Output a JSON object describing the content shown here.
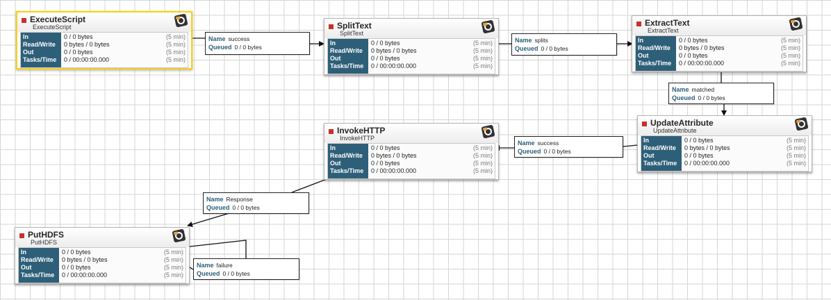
{
  "stat_labels": {
    "in": "In",
    "rw": "Read/Write",
    "out": "Out",
    "tasks": "Tasks/Time"
  },
  "conn_labels": {
    "name": "Name",
    "queued": "Queued"
  },
  "processors": [
    {
      "name": "ExecuteScript",
      "type": "ExecuteScript",
      "selected": true,
      "in": "0 / 0 bytes",
      "rw": "0 bytes / 0 bytes",
      "out": "0 / 0 bytes",
      "tasks": "0 / 00:00:00.000",
      "window": "(5 min)"
    },
    {
      "name": "SplitText",
      "type": "SplitText",
      "selected": false,
      "in": "0 / 0 bytes",
      "rw": "0 bytes / 0 bytes",
      "out": "0 / 0 bytes",
      "tasks": "0 / 00:00:00.000",
      "window": "(5 min)"
    },
    {
      "name": "ExtractText",
      "type": "ExtractText",
      "selected": false,
      "in": "0 / 0 bytes",
      "rw": "0 bytes / 0 bytes",
      "out": "0 / 0 bytes",
      "tasks": "0 / 00:00:00.000",
      "window": "(5 min)"
    },
    {
      "name": "UpdateAttribute",
      "type": "UpdateAttribute",
      "selected": false,
      "in": "0 / 0 bytes",
      "rw": "0 bytes / 0 bytes",
      "out": "0 / 0 bytes",
      "tasks": "0 / 00:00:00.000",
      "window": "(5 min)"
    },
    {
      "name": "InvokeHTTP",
      "type": "InvokeHTTP",
      "selected": false,
      "in": "0 / 0 bytes",
      "rw": "0 bytes / 0 bytes",
      "out": "0 / 0 bytes",
      "tasks": "0 / 00:00:00.000",
      "window": "(5 min)"
    },
    {
      "name": "PutHDFS",
      "type": "PutHDFS",
      "selected": false,
      "in": "0 / 0 bytes",
      "rw": "0 bytes / 0 bytes",
      "out": "0 / 0 bytes",
      "tasks": "0 / 00:00:00.000",
      "window": "(5 min)"
    }
  ],
  "connections": [
    {
      "name": "success",
      "queued": "0 / 0 bytes"
    },
    {
      "name": "splits",
      "queued": "0 / 0 bytes"
    },
    {
      "name": "matched",
      "queued": "0 / 0 bytes"
    },
    {
      "name": "success",
      "queued": "0 / 0 bytes"
    },
    {
      "name": "Response",
      "queued": "0 / 0 bytes"
    },
    {
      "name": "failure",
      "queued": "0 / 0 bytes"
    }
  ],
  "colors": {
    "stat_label_bg": "#2e5f79",
    "selected_border": "#f3d02d",
    "stopped": "#c9302c"
  }
}
